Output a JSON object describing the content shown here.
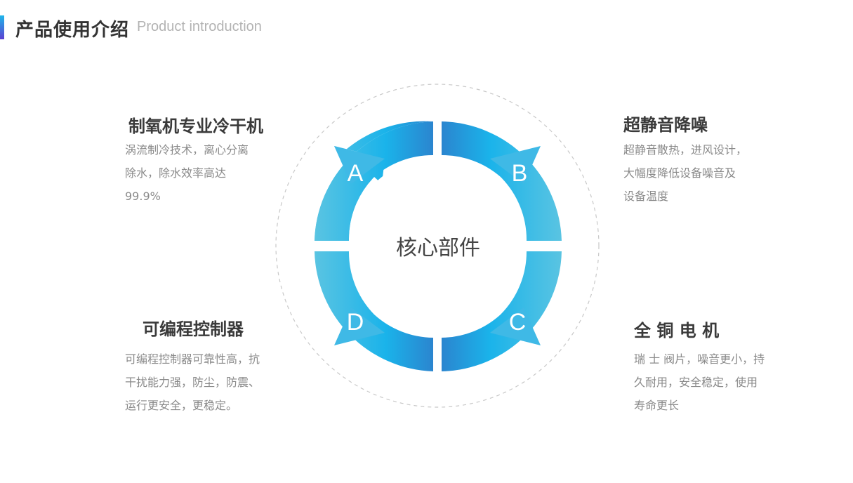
{
  "header": {
    "title": "产品使用介绍",
    "subtitle": "Product introduction"
  },
  "center": {
    "label": "核心部件"
  },
  "segments": [
    {
      "letter": "A"
    },
    {
      "letter": "B"
    },
    {
      "letter": "C"
    },
    {
      "letter": "D"
    }
  ],
  "features": {
    "top_left": {
      "title": "制氧机专业冷干机",
      "desc": "涡流制冷技术，离心分离\n除水，除水效率高达\n99.9%"
    },
    "top_right": {
      "title": "超静音降噪",
      "desc": "超静音散热，进风设计，\n大幅度降低设备噪音及\n设备温度"
    },
    "bottom_left": {
      "title": "可编程控制器",
      "desc": "可编程控制器可靠性高，抗\n干扰能力强，防尘，防震、\n运行更安全，更稳定。"
    },
    "bottom_right": {
      "title": "全 铜 电 机",
      "desc": "瑞 士 阀片，噪音更小，持\n久耐用，安全稳定，使用\n寿命更长"
    }
  },
  "colors": {
    "ring_light": "#57c3e3",
    "ring_mid": "#16b2ea",
    "ring_dark": "#2a86cf",
    "dashed_circle": "#c8c8c8"
  }
}
